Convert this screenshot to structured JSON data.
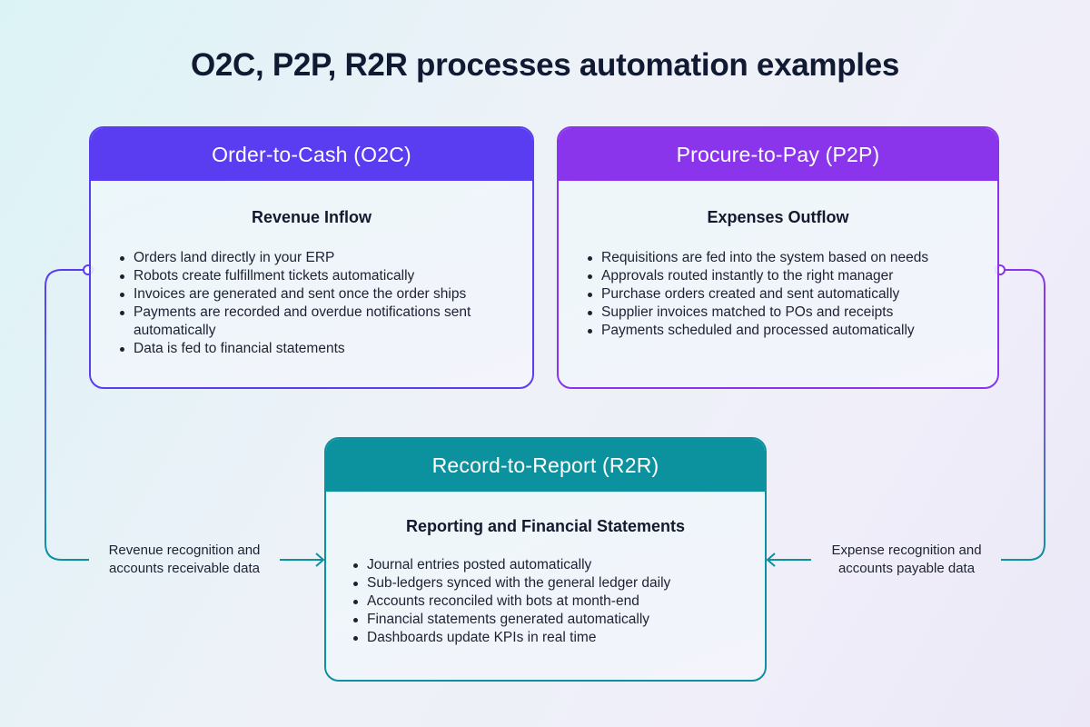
{
  "title": "O2C, P2P, R2R processes automation examples",
  "colors": {
    "o2c": "#5a3df0",
    "p2p": "#8a35ec",
    "r2r": "#0c929f",
    "text": "#141a2e"
  },
  "cards": {
    "o2c": {
      "header": "Order-to-Cash (O2C)",
      "subtitle": "Revenue Inflow",
      "items": [
        "Orders land directly in your ERP",
        "Robots create fulfillment tickets automatically",
        "Invoices are generated and sent once the order ships",
        "Payments are recorded and overdue notifications sent automatically",
        "Data is fed to financial statements"
      ]
    },
    "p2p": {
      "header": "Procure-to-Pay (P2P)",
      "subtitle": "Expenses Outflow",
      "items": [
        "Requisitions are fed into the system based on needs",
        "Approvals routed instantly to the right manager",
        "Purchase orders created and sent automatically",
        "Supplier invoices matched to POs and receipts",
        "Payments scheduled and processed automatically"
      ]
    },
    "r2r": {
      "header": "Record-to-Report (R2R)",
      "subtitle": "Reporting and Financial Statements",
      "items": [
        "Journal entries posted automatically",
        "Sub-ledgers synced with the general ledger daily",
        "Accounts reconciled with bots at month-end",
        "Financial statements generated automatically",
        "Dashboards update KPIs in real time"
      ]
    }
  },
  "flows": {
    "left": {
      "from": "o2c",
      "to": "r2r",
      "label": "Revenue recognition and accounts receivable data"
    },
    "right": {
      "from": "p2p",
      "to": "r2r",
      "label": "Expense recognition and accounts payable data"
    }
  }
}
